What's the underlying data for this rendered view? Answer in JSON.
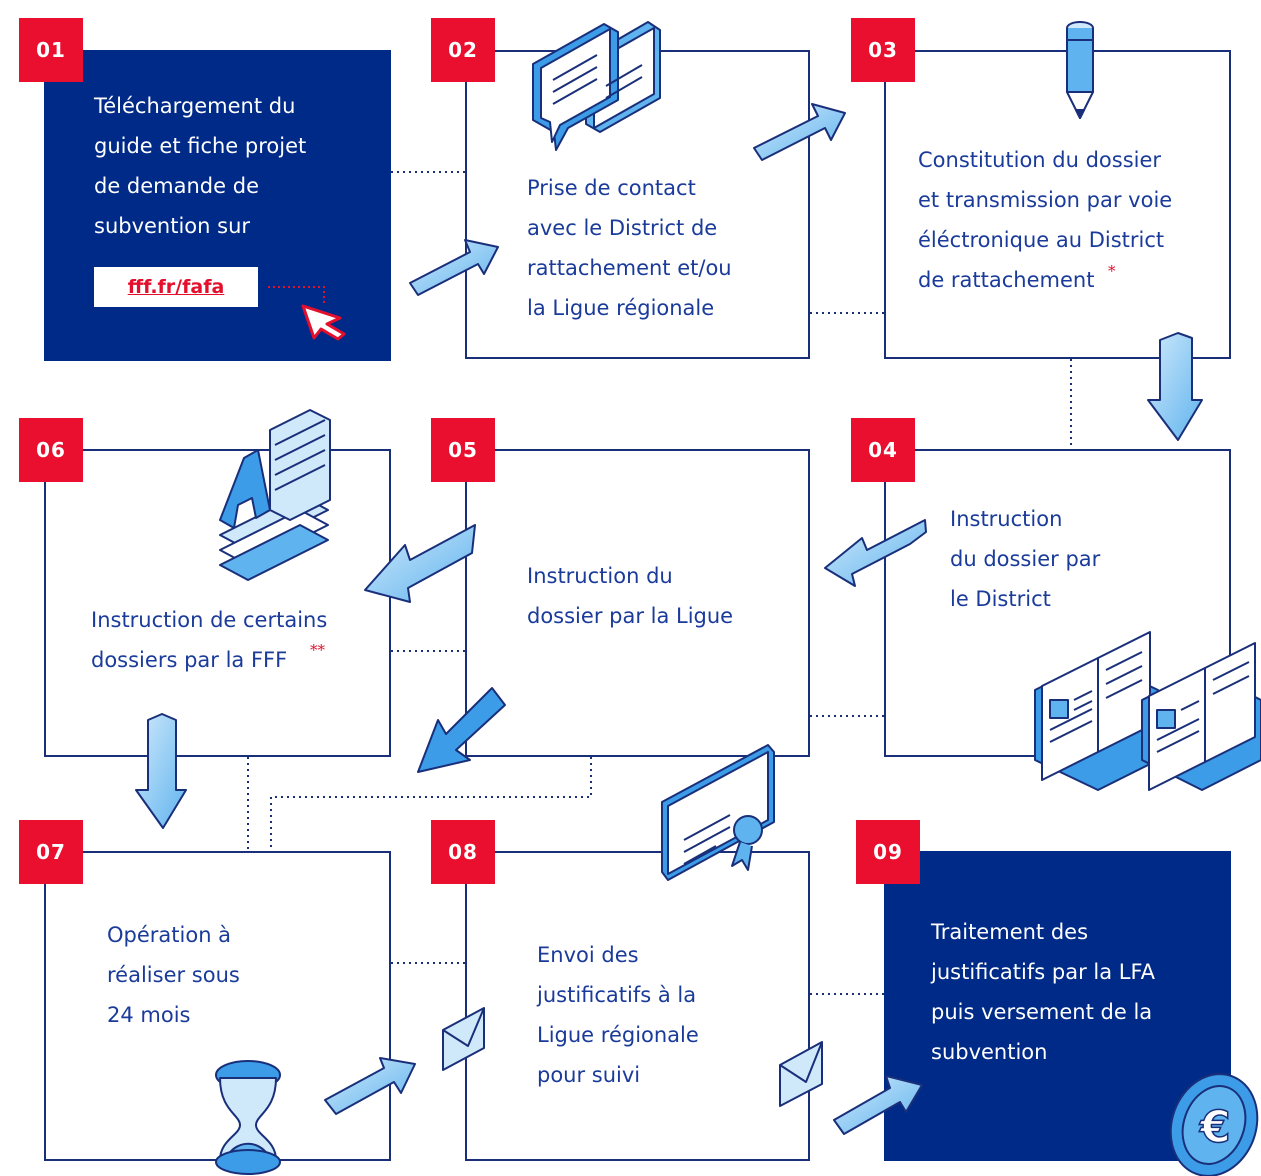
{
  "steps": [
    {
      "num": "01",
      "text": "Téléchargement du\nguide et fiche projet\nde demande de\nsubvention sur",
      "link": "fff.fr/fafa"
    },
    {
      "num": "02",
      "text": "Prise de contact\navec le District de\nrattachement et/ou\nla Ligue régionale"
    },
    {
      "num": "03",
      "text": "Constitution du dossier\net transmission par voie\néléctronique au District\nde rattachement",
      "mark": "*"
    },
    {
      "num": "04",
      "text": "Instruction\ndu dossier par\nle District"
    },
    {
      "num": "05",
      "text": "Instruction du\ndossier par la Ligue"
    },
    {
      "num": "06",
      "text": "Instruction de certains\ndossiers par la FFF",
      "mark": "**"
    },
    {
      "num": "07",
      "text": "Opération à\nréaliser sous\n24 mois"
    },
    {
      "num": "08",
      "text": "Envoi des\njustificatifs à la\nLigue régionale\npour suivi"
    },
    {
      "num": "09",
      "text": "Traitement des\njustificatifs par la LFA\npuis versement de la\nsubvention"
    }
  ],
  "colors": {
    "navy": "#002a87",
    "red": "#ea0f2e",
    "text": "#1a3b9a",
    "border": "#1a2f7a",
    "accent": "#1e8fe0"
  },
  "icons": [
    "cursor-icon",
    "chat-bubbles-icon",
    "pencil-icon",
    "books-icon",
    "letter-a-stack-icon",
    "hourglass-icon",
    "certificate-icon",
    "envelope-icon",
    "euro-coin-icon",
    "arrow-icon"
  ]
}
